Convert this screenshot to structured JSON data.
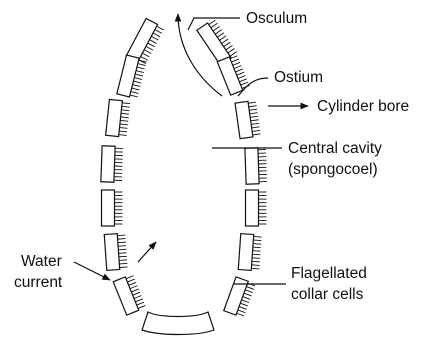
{
  "labels": {
    "osculum": "Osculum",
    "ostium": "Ostium",
    "cylinder_bore": "Cylinder bore",
    "central_cavity_line1": "Central cavity",
    "central_cavity_line2": "(spongocoel)",
    "water_current_line1": "Water",
    "water_current_line2": "current",
    "collar_cells_line1": "Flagellated",
    "collar_cells_line2": "collar cells"
  }
}
